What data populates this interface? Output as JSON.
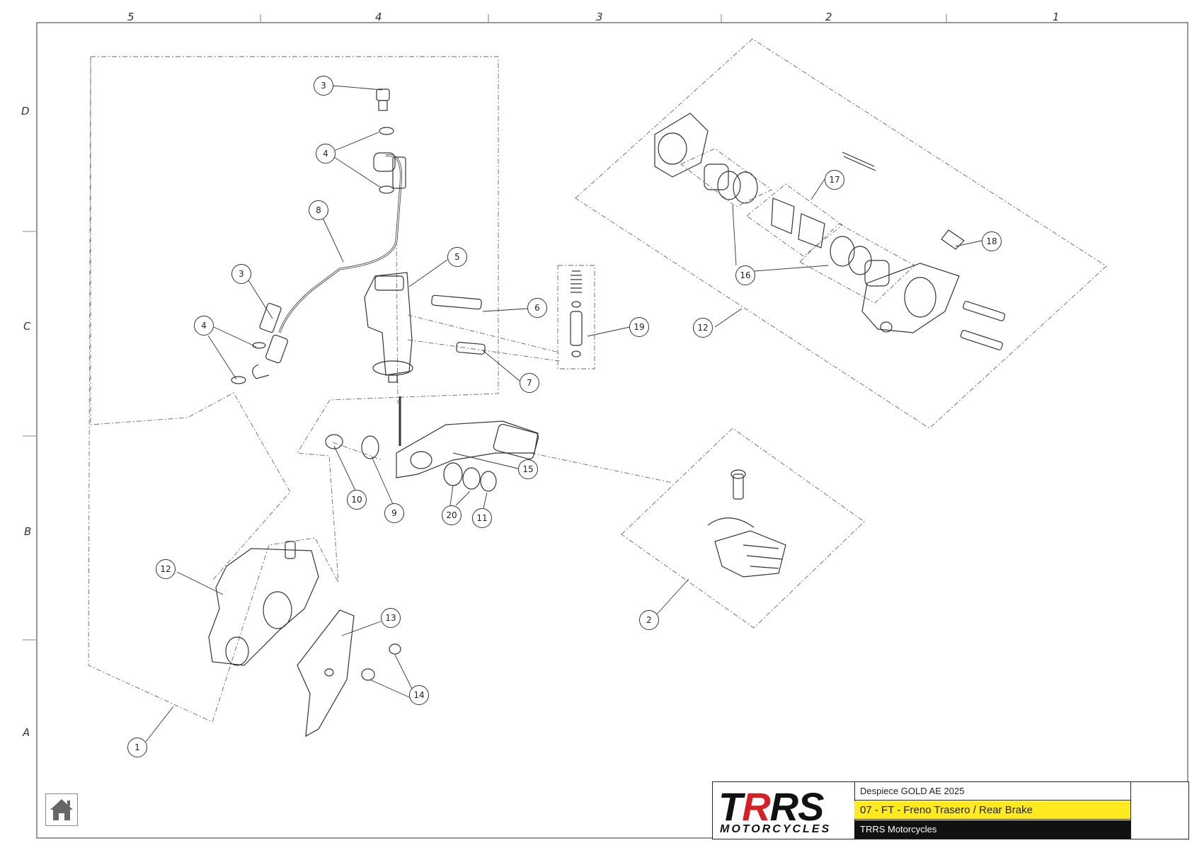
{
  "zones": {
    "columns": [
      "5",
      "4",
      "3",
      "2",
      "1"
    ],
    "rows": [
      "D",
      "C",
      "B",
      "A"
    ]
  },
  "callouts": [
    {
      "id": "c3a",
      "label": "3"
    },
    {
      "id": "c4a",
      "label": "4"
    },
    {
      "id": "c8",
      "label": "8"
    },
    {
      "id": "c3b",
      "label": "3"
    },
    {
      "id": "c4b",
      "label": "4"
    },
    {
      "id": "c5",
      "label": "5"
    },
    {
      "id": "c6",
      "label": "6"
    },
    {
      "id": "c7",
      "label": "7"
    },
    {
      "id": "c19",
      "label": "19"
    },
    {
      "id": "c17",
      "label": "17"
    },
    {
      "id": "c18",
      "label": "18"
    },
    {
      "id": "c16",
      "label": "16"
    },
    {
      "id": "c12a",
      "label": "12"
    },
    {
      "id": "c15",
      "label": "15"
    },
    {
      "id": "c10",
      "label": "10"
    },
    {
      "id": "c9",
      "label": "9"
    },
    {
      "id": "c20",
      "label": "20"
    },
    {
      "id": "c11",
      "label": "11"
    },
    {
      "id": "c12b",
      "label": "12"
    },
    {
      "id": "c13",
      "label": "13"
    },
    {
      "id": "c14",
      "label": "14"
    },
    {
      "id": "c1",
      "label": "1"
    },
    {
      "id": "c2",
      "label": "2"
    }
  ],
  "title_block": {
    "logo_text_black_1": "T",
    "logo_text_red": "R",
    "logo_text_black_2": "RS",
    "logo_sub": "MOTORCYCLES",
    "model": "Despiece GOLD AE 2025",
    "section": "07 - FT - Freno Trasero / Rear Brake",
    "company": "TRRS Motorcycles",
    "accent_color": "#ffe91f",
    "brand_red": "#d42027"
  },
  "home_button": {
    "icon": "home-icon"
  }
}
